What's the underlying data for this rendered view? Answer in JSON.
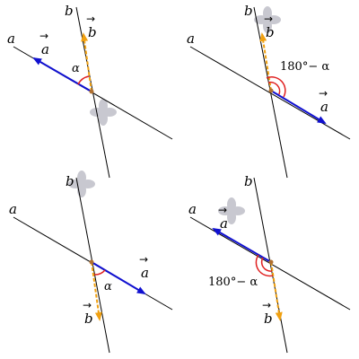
{
  "panels": [
    {
      "id": "top-left",
      "line_a_label": "a",
      "line_b_label": "b",
      "vec_a_label": "a",
      "vec_b_label": "b",
      "angle_label": "α"
    },
    {
      "id": "top-right",
      "line_a_label": "a",
      "line_b_label": "b",
      "vec_a_label": "a",
      "vec_b_label": "b",
      "angle_label": "180°− α"
    },
    {
      "id": "bottom-left",
      "line_a_label": "a",
      "line_b_label": "b",
      "vec_a_label": "a",
      "vec_b_label": "b",
      "angle_label": "α"
    },
    {
      "id": "bottom-right",
      "line_a_label": "a",
      "line_b_label": "b",
      "vec_a_label": "a",
      "vec_b_label": "b",
      "angle_label": "180°− α"
    }
  ],
  "colors": {
    "line": "#000000",
    "vector_a": "#1010d0",
    "vector_b": "#f0a010",
    "angle_arc": "#e02020",
    "point": "#b07030",
    "watermark": "#c8c8d0"
  },
  "icons": [
    "arrow-head-icon",
    "watermark-flower-icon"
  ]
}
